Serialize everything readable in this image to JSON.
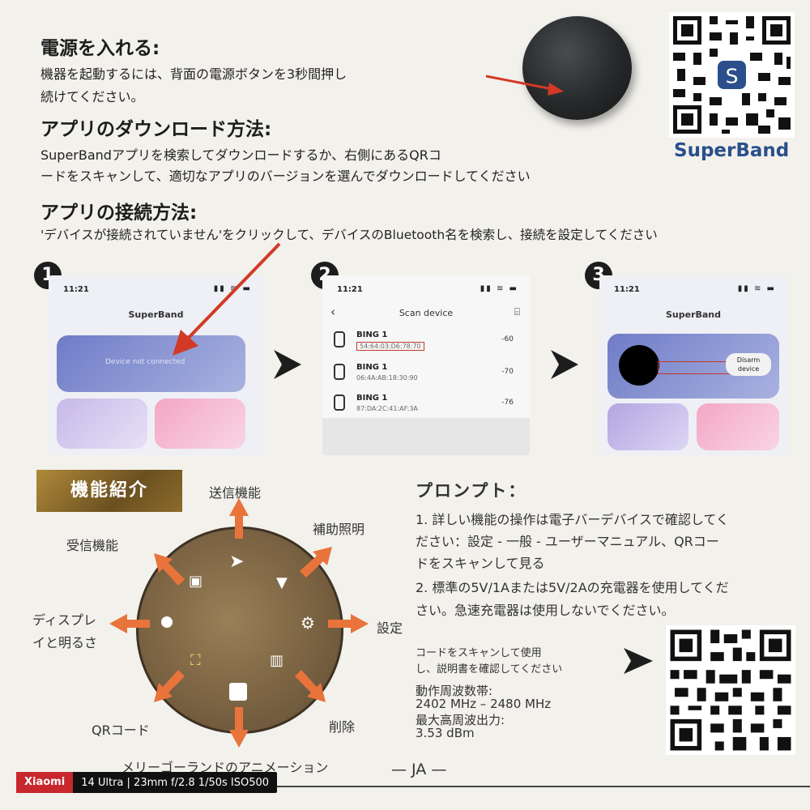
{
  "power": {
    "heading": "電源を入れる:",
    "line1": "機器を起動するには、背面の電源ボタンを3秒間押し",
    "line2": "続けてください。"
  },
  "download": {
    "heading": "アプリのダウンロード方法:",
    "line1": "SuperBandアプリを検索してダウンロードするか、右側にあるQRコ",
    "line2": "ードをスキャンして、適切なアプリのバージョンを選んでダウンロードしてください"
  },
  "brand": "SuperBand",
  "connect": {
    "heading": "アプリの接続方法:",
    "line1": "'デバイスが接続されていません'をクリックして、デバイスのBluetooth名を検索し、接続を設定してください"
  },
  "steps": {
    "num1": "1",
    "num2": "2",
    "num3": "3",
    "status_time": "11:21",
    "status_icons": "▮▮ ≋ ▬",
    "screen1": {
      "title": "SuperBand",
      "card_text": "Device not connected"
    },
    "screen2": {
      "title": "Scan device",
      "devices": [
        {
          "name": "BING 1",
          "mac": "54:64:03:D6:78:70",
          "rssi": "-60"
        },
        {
          "name": "BING 1",
          "mac": "06:4A:AB:18:30:90",
          "rssi": "-70"
        },
        {
          "name": "BING 1",
          "mac": "87:DA:2C:41:AF:3A",
          "rssi": "-76"
        }
      ]
    },
    "screen3": {
      "title": "SuperBand",
      "disarm": "Disarm device"
    }
  },
  "features": {
    "badge": "機能紹介",
    "send": "送信機能",
    "light": "補助照明",
    "receive": "受信機能",
    "display_1": "ディスプレ",
    "display_2": "イと明るさ",
    "settings": "設定",
    "qr": "QRコード",
    "delete": "削除",
    "merry": "メリーゴーランドのアニメーション"
  },
  "prompt": {
    "title": "プロンプト：",
    "l1": "1. 詳しい機能の操作は電子バーデバイスで確認してく",
    "l2": "ださい：設定 - 一般 - ユーザーマニュアル、QRコー",
    "l3": "ドをスキャンして見る",
    "l4": "2. 標準の5V/1Aまたは5V/2Aの充電器を使用してくだ",
    "l5": "さい。急速充電器は使用しないでください。"
  },
  "scan_manual": {
    "l1": "コードをスキャンして使用",
    "l2": "し、説明書を確認してください"
  },
  "specs": {
    "freq_label": "動作周波数帯:",
    "freq_value": "2402 MHz – 2480 MHz",
    "power_label": "最大高周波出力:",
    "power_value": "3.53 dBm"
  },
  "page_label": "— JA —",
  "camera": {
    "brand": "Xiaomi",
    "specs": "14 Ultra | 23mm  f/2.8  1/50s  ISO500"
  },
  "colors": {
    "accent_red": "#d23a26",
    "arrow_orange": "#e8743b",
    "brand_blue": "#2a4f8c"
  }
}
